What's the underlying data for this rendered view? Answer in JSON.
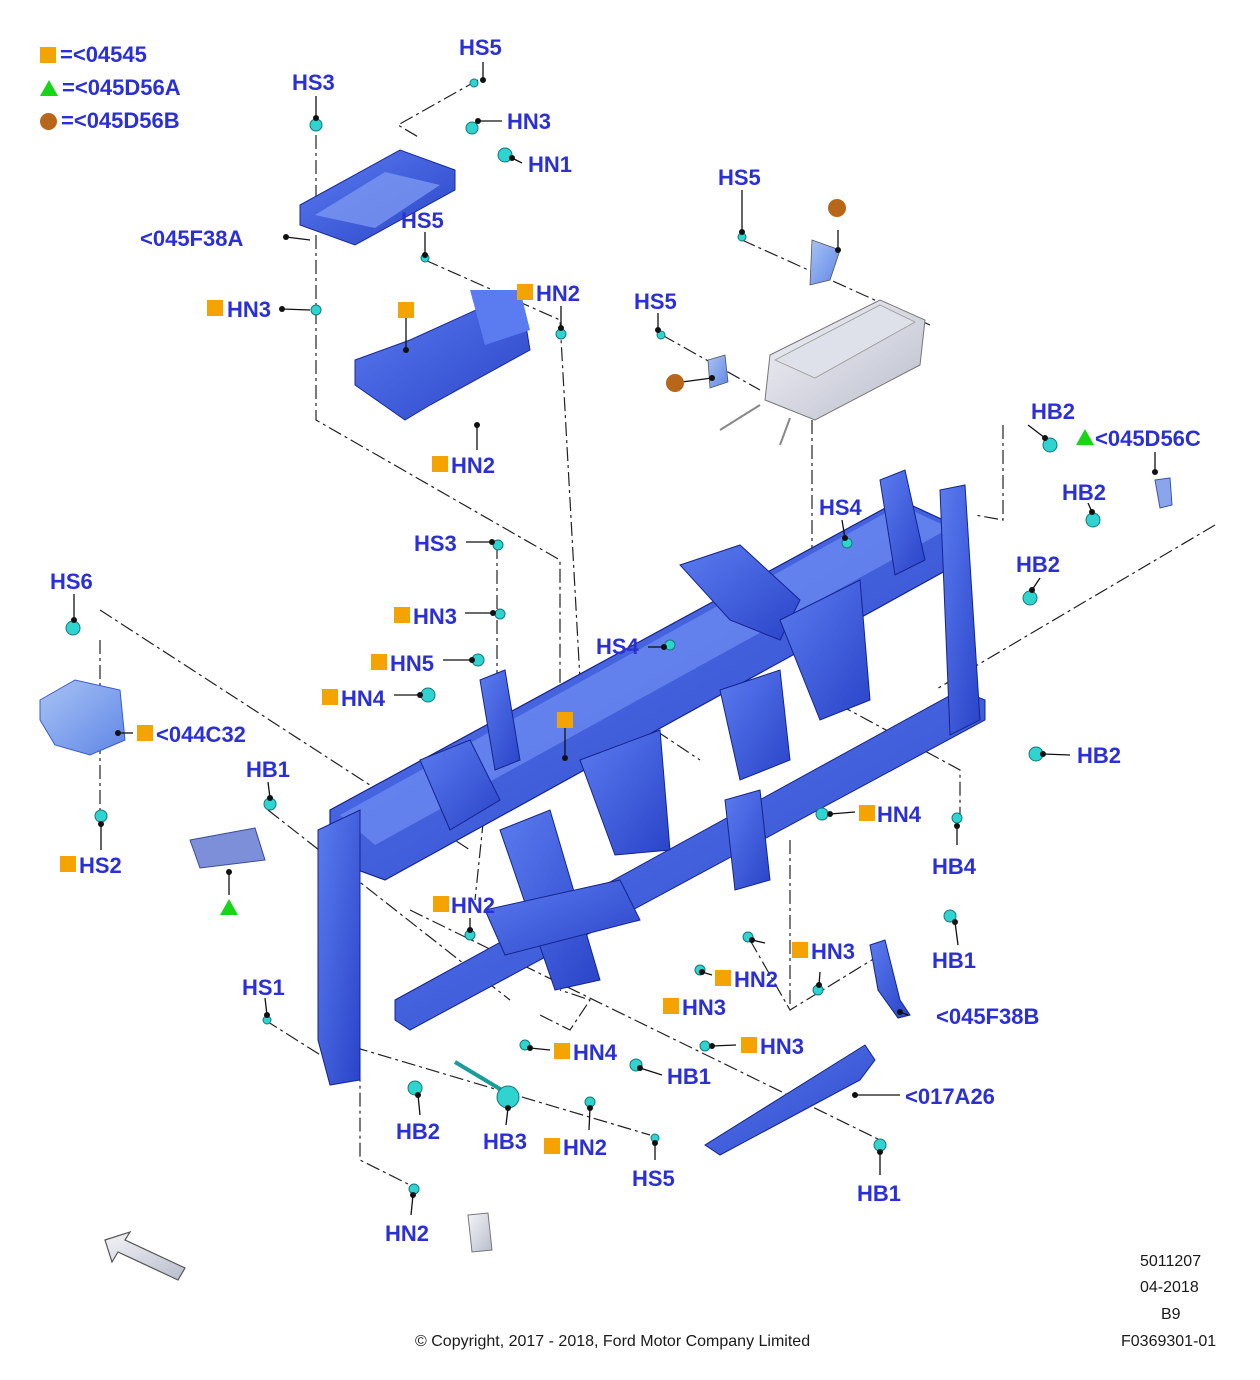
{
  "legend": [
    {
      "symbol": "orange-square",
      "text": "=<04545"
    },
    {
      "symbol": "green-triangle",
      "text": "=<045D56A"
    },
    {
      "symbol": "brown-circle",
      "text": "=<045D56B"
    }
  ],
  "labels": {
    "hs5_a": "HS5",
    "hs3_a": "HS3",
    "hn3_a": "HN3",
    "hn1": "HN1",
    "p045f38a": "<045F38A",
    "hs5_b": "HS5",
    "hn3_b": "HN3",
    "hn2_a": "HN2",
    "hn2_b": "HN2",
    "hs5_c": "HS5",
    "hs5_d": "HS5",
    "hb2_a": "HB2",
    "p045d56c": "<045D56C",
    "hb2_b": "HB2",
    "hs4_a": "HS4",
    "hb2_c": "HB2",
    "hs3_b": "HS3",
    "hs6": "HS6",
    "hn3_c": "HN3",
    "hs4_b": "HS4",
    "hn5": "HN5",
    "hn4_a": "HN4",
    "p044c32": "<044C32",
    "hb1_a": "HB1",
    "hb2_d": "HB2",
    "hn4_b": "HN4",
    "hs2": "HS2",
    "hb4": "HB4",
    "hn2_c": "HN2",
    "hb1_b": "HB1",
    "hn3_d": "HN3",
    "hn2_d": "HN2",
    "hs1": "HS1",
    "hn3_e": "HN3",
    "p045f38b": "<045F38B",
    "hn4_c": "HN4",
    "hn3_f": "HN3",
    "hb1_c": "HB1",
    "p017a26": "<017A26",
    "hb2_e": "HB2",
    "hb3": "HB3",
    "hn2_e": "HN2",
    "hs5_e": "HS5",
    "hb1_d": "HB1",
    "hn2_f": "HN2"
  },
  "footer": {
    "drawing_number": "5011207",
    "date": "04-2018",
    "revision": "B9",
    "copyright": "© Copyright, 2017 - 2018, Ford Motor Company Limited",
    "figure_id": "F0369301-01"
  },
  "colors": {
    "part_blue": "#3d5fe0",
    "fastener_cyan": "#2fd4d0",
    "label_blue": "#2b2fd6",
    "legend_orange": "#f5a300",
    "legend_green": "#17d617",
    "legend_brown": "#b8661a"
  }
}
